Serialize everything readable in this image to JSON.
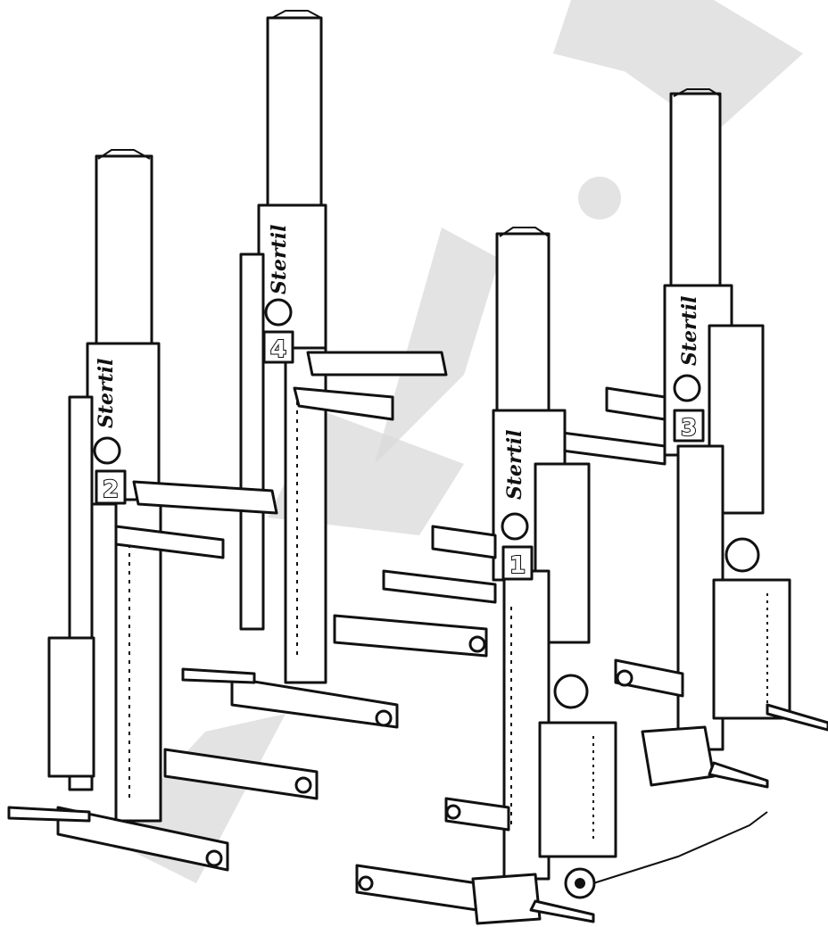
{
  "figure": {
    "brand_label": "Stertil",
    "colors": {
      "line": "#111111",
      "background": "#ffffff",
      "watermark": "#d9d9d9"
    },
    "columns": [
      {
        "number": "1"
      },
      {
        "number": "2"
      },
      {
        "number": "3"
      },
      {
        "number": "4"
      }
    ]
  }
}
